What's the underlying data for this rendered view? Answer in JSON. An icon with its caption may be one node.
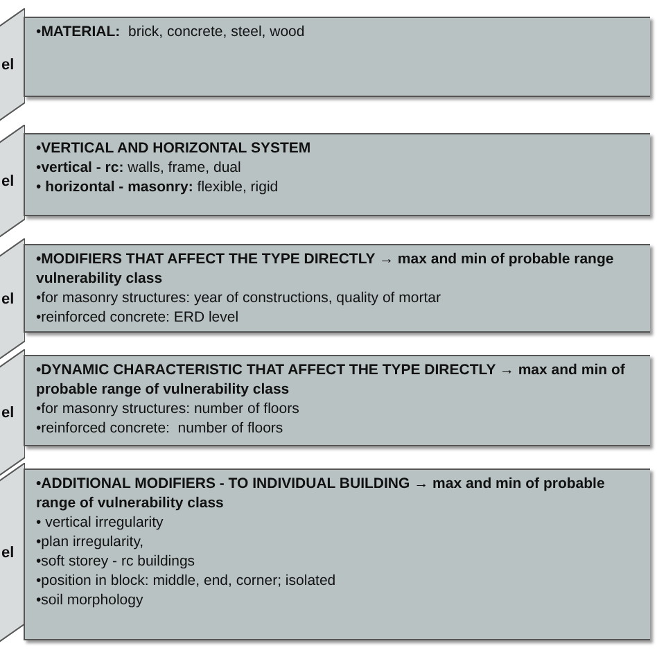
{
  "diagram": {
    "nodes": [
      {
        "text": [
          "el"
        ]
      },
      {
        "text": [
          "•**MATERIAL:**  brick, concrete, steel, wood"
        ]
      },
      {
        "text": [
          "el"
        ]
      },
      {
        "text": [
          "•VERTICAL AND HORIZONTAL SYSTEM",
          "•**vertical - rc:** walls, frame, dual",
          "• **horizontal - masonry:** flexible, rigid"
        ]
      },
      {
        "text": [
          "el"
        ]
      },
      {
        "text": [
          "•MODIFIERS THAT AFFECT THE TYPE DIRECTLY → max and min of probable range vulnerability class",
          "•for masonry structures: year of constructions, quality of mortar",
          "•reinforced concrete: ERD level"
        ]
      },
      {
        "text": [
          "el"
        ]
      },
      {
        "text": [
          "•DYNAMIC CHARACTERISTIC THAT AFFECT THE TYPE DIRECTLY → max and min of probable range of vulnerability class",
          "•for masonry structures: number of floors",
          "•reinforced concrete:  number of floors"
        ]
      },
      {
        "text": [
          "el"
        ]
      },
      {
        "text": [
          "•ADDITIONAL MODIFIERS - TO INDIVIDUAL BUILDING → max and min of probable range of vulnerability class",
          "• vertical irregularity",
          "•plan irregularity,",
          "•soft storey - rc buildings",
          "•position in block: middle, end, corner; isolated",
          "•soil morphology"
        ]
      }
    ]
  }
}
